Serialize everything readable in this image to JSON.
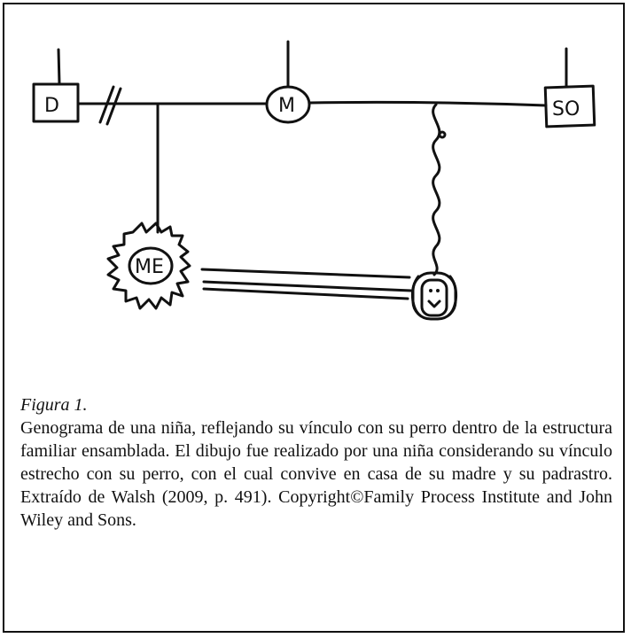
{
  "diagram": {
    "nodes": {
      "father": {
        "label": "D",
        "shape": "square"
      },
      "mother": {
        "label": "M",
        "shape": "circle"
      },
      "stepfather": {
        "label": "SO",
        "shape": "square"
      },
      "child": {
        "label": "ME",
        "shape": "circle-jagged"
      },
      "dog": {
        "label": "",
        "shape": "dog-face"
      }
    },
    "relations": [
      {
        "from": "father",
        "to": "mother",
        "type": "divorced"
      },
      {
        "from": "mother",
        "to": "stepfather",
        "type": "partners"
      },
      {
        "from": "marriage-line",
        "to": "child",
        "type": "descent"
      },
      {
        "from": "marriage-line",
        "to": "dog",
        "type": "curly-link"
      },
      {
        "from": "child",
        "to": "dog",
        "type": "close-bond"
      }
    ]
  },
  "caption": {
    "title": "Figura 1.",
    "text": "Genograma de una niña, reflejando su vínculo con su perro dentro de la estructura familiar ensamblada. El dibujo fue realizado por una niña considerando su vínculo estrecho con su perro, con el cual convive en casa de su madre y su padrastro. Extraído de Walsh (2009, p. 491). Copyright©Family Process Institute and John Wiley and Sons."
  }
}
